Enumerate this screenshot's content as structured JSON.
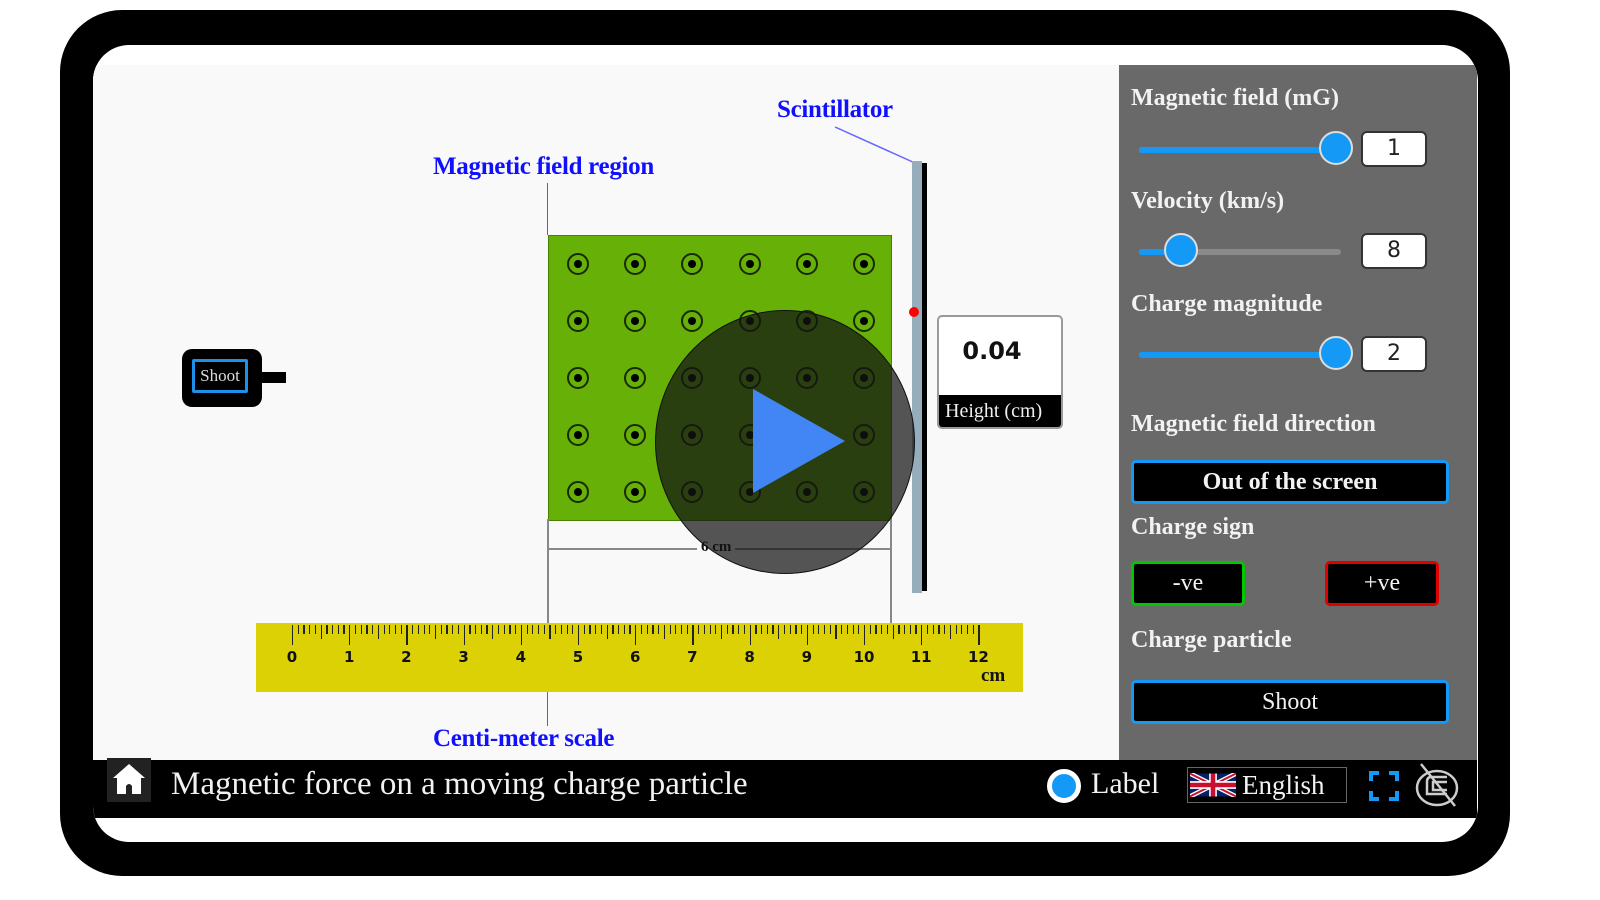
{
  "app": {
    "title": "Magnetic force on a moving charge particle"
  },
  "simulation": {
    "labels": {
      "magnetic_field_region": "Magnetic field region",
      "scintillator": "Scintillator",
      "centimeter_scale": "Centi-meter scale"
    },
    "field_grid": {
      "rows": 5,
      "cols": 6,
      "symbol": "dot-in-circle (out of screen)"
    },
    "width_measure": "6 cm",
    "gun_button": "Shoot",
    "height_readout": {
      "value": "0.04",
      "label": "Height (cm)"
    },
    "ruler": {
      "ticks": [
        "0",
        "1",
        "2",
        "3",
        "4",
        "5",
        "6",
        "7",
        "8",
        "9",
        "10",
        "11",
        "12"
      ],
      "unit": "cm"
    },
    "play_overlay": {
      "icon": "play-icon",
      "color": "#4286f5"
    }
  },
  "panel": {
    "magnetic_field": {
      "label": "Magnetic field (mG)",
      "value": "1",
      "percent": 100
    },
    "velocity": {
      "label": "Velocity (km/s)",
      "value": "8",
      "percent": 22
    },
    "charge_magnitude": {
      "label": "Charge magnitude",
      "value": "2",
      "percent": 100
    },
    "field_direction": {
      "label": "Magnetic field direction",
      "button": "Out of the screen"
    },
    "charge_sign": {
      "label": "Charge sign",
      "negative": "-ve",
      "positive": "+ve",
      "negative_color": "#00c800",
      "positive_color": "#e00000"
    },
    "charge_particle": {
      "label": "Charge particle",
      "button": "Shoot"
    }
  },
  "footer": {
    "label_toggle": "Label",
    "language": "English",
    "icons": [
      "home-icon",
      "fullscreen-icon",
      "no-sleep-icon"
    ]
  },
  "colors": {
    "accent": "#149af6",
    "field_green": "#66b008",
    "label_blue": "#1010ff",
    "ruler_yellow": "#dbd104",
    "panel_gray": "#696969"
  }
}
